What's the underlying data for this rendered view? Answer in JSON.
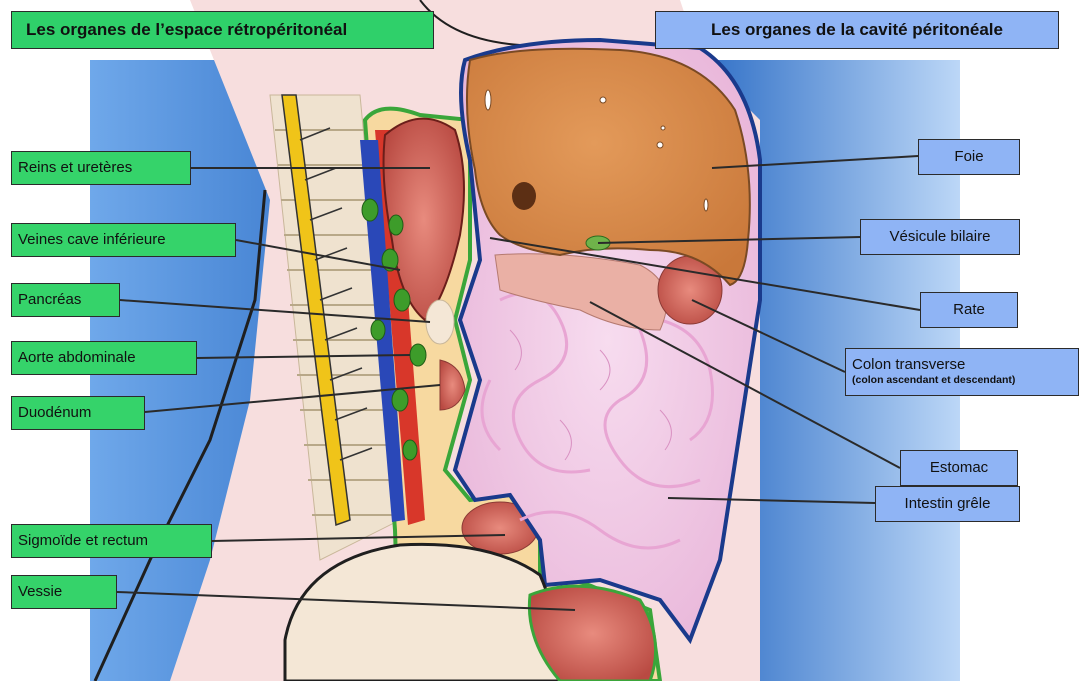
{
  "headers": {
    "left": "Les organes de l’espace rétropéritonéal",
    "right": "Les organes de la cavité péritonéale"
  },
  "left_labels": [
    "Reins et uretères",
    "Veines cave inférieure",
    "Pancréas",
    "Aorte abdominale",
    "Duodénum",
    "Sigmoïde et rectum",
    "Vessie"
  ],
  "right_labels": [
    {
      "text": "Foie"
    },
    {
      "text": "Vésicule bilaire"
    },
    {
      "text": "Rate"
    },
    {
      "text": "Colon transverse",
      "sub": "(colon ascendant et descendant)"
    },
    {
      "text": "Estomac"
    },
    {
      "text": "Intestin grêle"
    }
  ],
  "colors": {
    "retro_label": "#35d36a",
    "peri_label": "#8fb4f5",
    "liver": "#d98a4a",
    "intestine": "#f2c6e4",
    "peritoneum_outline": "#1a3a8c",
    "retro_outline": "#3aa63a",
    "spine": "#f0c419",
    "skin": "#f7dede",
    "background": "#4a8fdc"
  }
}
